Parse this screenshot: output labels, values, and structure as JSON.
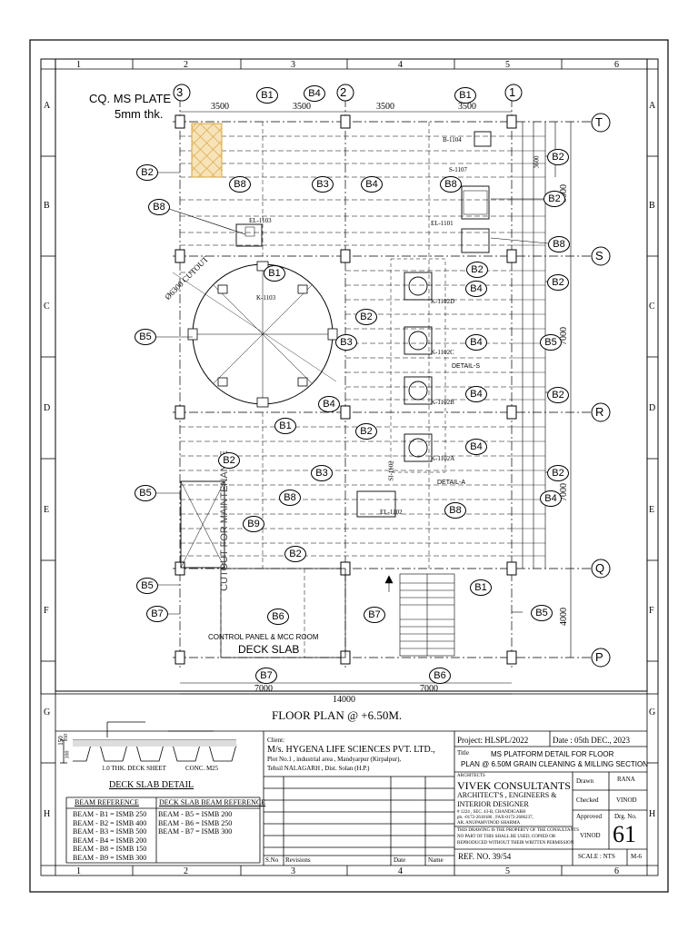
{
  "border": {
    "col_labels": [
      "1",
      "2",
      "3",
      "4",
      "5",
      "6"
    ],
    "row_labels": [
      "A",
      "B",
      "C",
      "D",
      "E",
      "F",
      "G",
      "H"
    ]
  },
  "plan": {
    "plate_note_1": "CQ. MS PLATE",
    "plate_note_2": "5mm thk.",
    "grid_cols": [
      "3",
      "2",
      "1"
    ],
    "grid_rows": [
      "T",
      "S",
      "R",
      "Q",
      "P"
    ],
    "top_dims": [
      "3500",
      "3500",
      "3500",
      "3500"
    ],
    "right_dims": [
      "6000",
      "7000",
      "7000",
      "4000"
    ],
    "small_dims": [
      "3600"
    ],
    "bottom_dims": [
      "7000",
      "7000"
    ],
    "overall_dim": "14000",
    "equipment": [
      "B-1104",
      "S-1107",
      "EL-1103",
      "EL-1101",
      "K-1103",
      "K-1102D",
      "K-1102C",
      "K-1102B",
      "K-1102A",
      "EL-1102",
      "SI-1102"
    ],
    "cutout_label": "Ø6300 CUTOUT",
    "maint_cutout": "CUTOUT FOR MAINTENANCE",
    "detail_s": "DETAIL-S",
    "detail_a": "DETAIL-A",
    "control_panel": "CONTROL PANEL & MCC ROOM",
    "deck_slab": "DECK SLAB",
    "title": "FLOOR PLAN @ +6.50M.",
    "beams": [
      "B1",
      "B2",
      "B3",
      "B4",
      "B5",
      "B6",
      "B7",
      "B8",
      "B9"
    ]
  },
  "deck_detail": {
    "dims": [
      "150",
      "50",
      "100"
    ],
    "sheet_note": "1.0 THK. DECK SHEET",
    "conc_note": "CONC. M25",
    "title": "DECK SLAB DETAIL"
  },
  "beam_ref": {
    "head1": "BEAM REFERENCE",
    "head2": "DECK SLAB BEAM REFERENCE",
    "col1": [
      "BEAM - B1 = ISMB 250",
      "BEAM - B2 = ISMB 400",
      "BEAM - B3 = ISMB 500",
      "BEAM - B4 = ISMB 200",
      "BEAM - B8 = ISMB 150",
      "BEAM - B9 = ISMB 300"
    ],
    "col2": [
      "BEAM - B5 = ISMB 200",
      "BEAM - B6 = ISMB 250",
      "BEAM - B7 = ISMB 300"
    ]
  },
  "title_block": {
    "client_label": "Client:",
    "client_name": "M/s. HYGENA LIFE SCIENCES PVT. LTD.,",
    "client_addr1": "Plot No.1 , industrial area , Mandyarpur (Kirpalpur),",
    "client_addr2": "Tehsil NALAGARH , Dist. Solan (H.P.)",
    "sno": "S.No",
    "revisions": "Revisions",
    "date": "Date",
    "name": "Name",
    "project": "Project:  HLSPL/2022",
    "date_val": "Date : 05th DEC., 2023",
    "title_label": "Title",
    "title1": "MS PLATFORM DETAIL FOR FLOOR",
    "title2": "PLAN @ 6.50M GRAIN CLEANING & MILLING SECTION",
    "architects": "ARCHITECTS",
    "firm": "VIVEK CONSULTANTS",
    "firm2": "ARCHITECT'S , ENGINEERS &",
    "firm3": "INTERIOR  DESIGNER",
    "addr1": "# 1224 , SEC. 43-B, CHANDIGARH",
    "addr2": "ph. -0172-2618186 , FAX-0172-2606237,",
    "addr3": "AR. ANUPAMVINOD SHARMA",
    "note1": "THIS DRAWING IS THE PROPERTY OF THE CONSULTANTS",
    "note2": "NO PART OF THIS SHALL BE USED, COPIED OR",
    "note3": "REPRODUCED WITHOUT THEIR WRITTEN PERMISSION",
    "drawn_label": "Drawn",
    "drawn": "RANA",
    "checked_label": "Checked",
    "checked": "VINOD",
    "approved_label": "Approved",
    "approved": "VINOD",
    "drg_label": "Drg. No.",
    "drg_no": "61",
    "ref": "REF. NO. 39/54",
    "scale": "SCALE : NTS",
    "sheet": "M-6"
  }
}
